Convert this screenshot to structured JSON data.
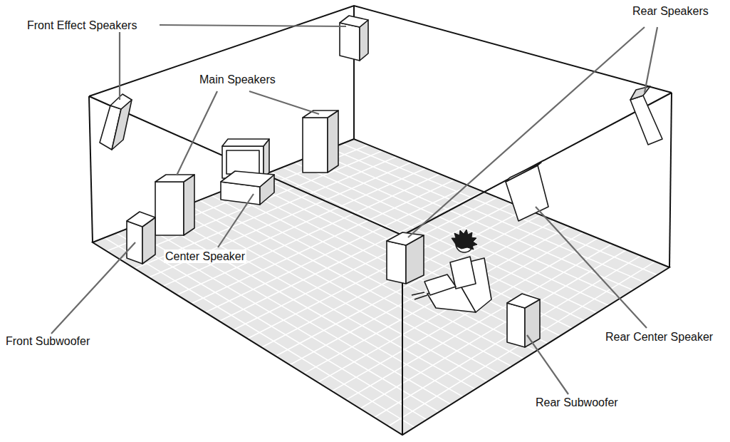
{
  "diagram": {
    "labels": [
      "Front Effect Speakers",
      "Rear Speakers",
      "Main Speakers",
      "Center Speaker",
      "Front Subwoofer",
      "Rear Center Speaker",
      "Rear Subwoofer"
    ]
  }
}
